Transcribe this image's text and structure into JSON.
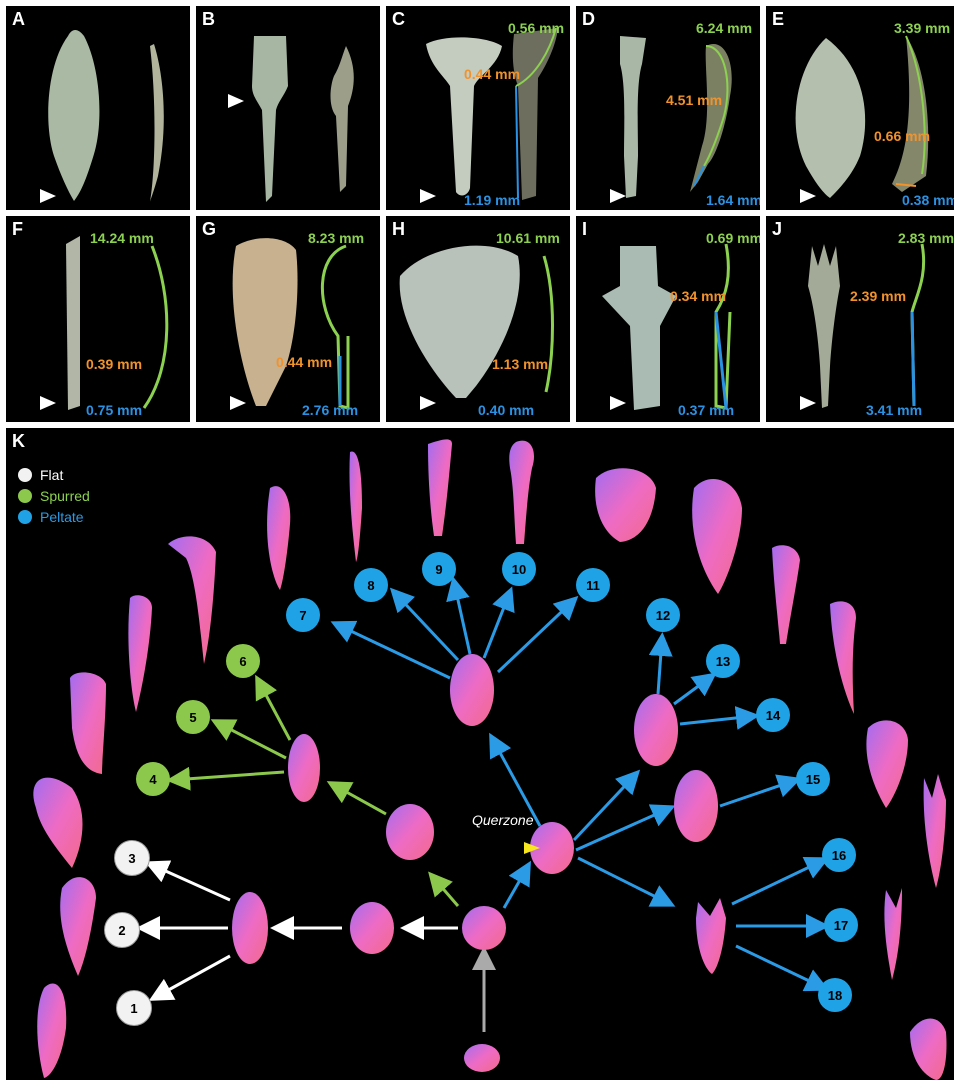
{
  "panels": [
    {
      "label": "A",
      "measurements": {}
    },
    {
      "label": "B",
      "measurements": {}
    },
    {
      "label": "C",
      "measurements": {
        "green": "0.56 mm",
        "orange": "0.44 mm",
        "blue": "1.19 mm"
      }
    },
    {
      "label": "D",
      "measurements": {
        "green": "6.24 mm",
        "orange": "4.51 mm",
        "blue": "1.64 mm"
      }
    },
    {
      "label": "E",
      "measurements": {
        "green": "3.39 mm",
        "orange": "0.66 mm",
        "blue": "0.38 mm"
      }
    },
    {
      "label": "F",
      "measurements": {
        "green": "14.24 mm",
        "orange": "0.39 mm",
        "blue": "0.75 mm"
      }
    },
    {
      "label": "G",
      "measurements": {
        "green": "8.23 mm",
        "orange": "0.44 mm",
        "blue": "2.76 mm"
      }
    },
    {
      "label": "H",
      "measurements": {
        "green": "10.61 mm",
        "orange": "1.13 mm",
        "blue": "0.40 mm"
      }
    },
    {
      "label": "I",
      "measurements": {
        "green": "0.69 mm",
        "orange": "0.34 mm",
        "blue": "0.37 mm"
      }
    },
    {
      "label": "J",
      "measurements": {
        "green": "2.83 mm",
        "orange": "2.39 mm",
        "blue": "3.41 mm"
      }
    }
  ],
  "panel_k": {
    "label": "K",
    "legend": [
      {
        "label": "Flat",
        "color": "#f2f2f2"
      },
      {
        "label": "Spurred",
        "color": "#8cc84b"
      },
      {
        "label": "Peltate",
        "color": "#1fa3e6"
      }
    ],
    "querzone_label": "Querzone",
    "nodes": [
      "1",
      "2",
      "3",
      "4",
      "5",
      "6",
      "7",
      "8",
      "9",
      "10",
      "11",
      "12",
      "13",
      "14",
      "15",
      "16",
      "17",
      "18"
    ],
    "colors": {
      "flat_arrow": "#ffffff",
      "spurred_arrow": "#8cc84b",
      "peltate_arrow": "#2b9be6",
      "root_arrow": "#aaaaaa"
    }
  }
}
